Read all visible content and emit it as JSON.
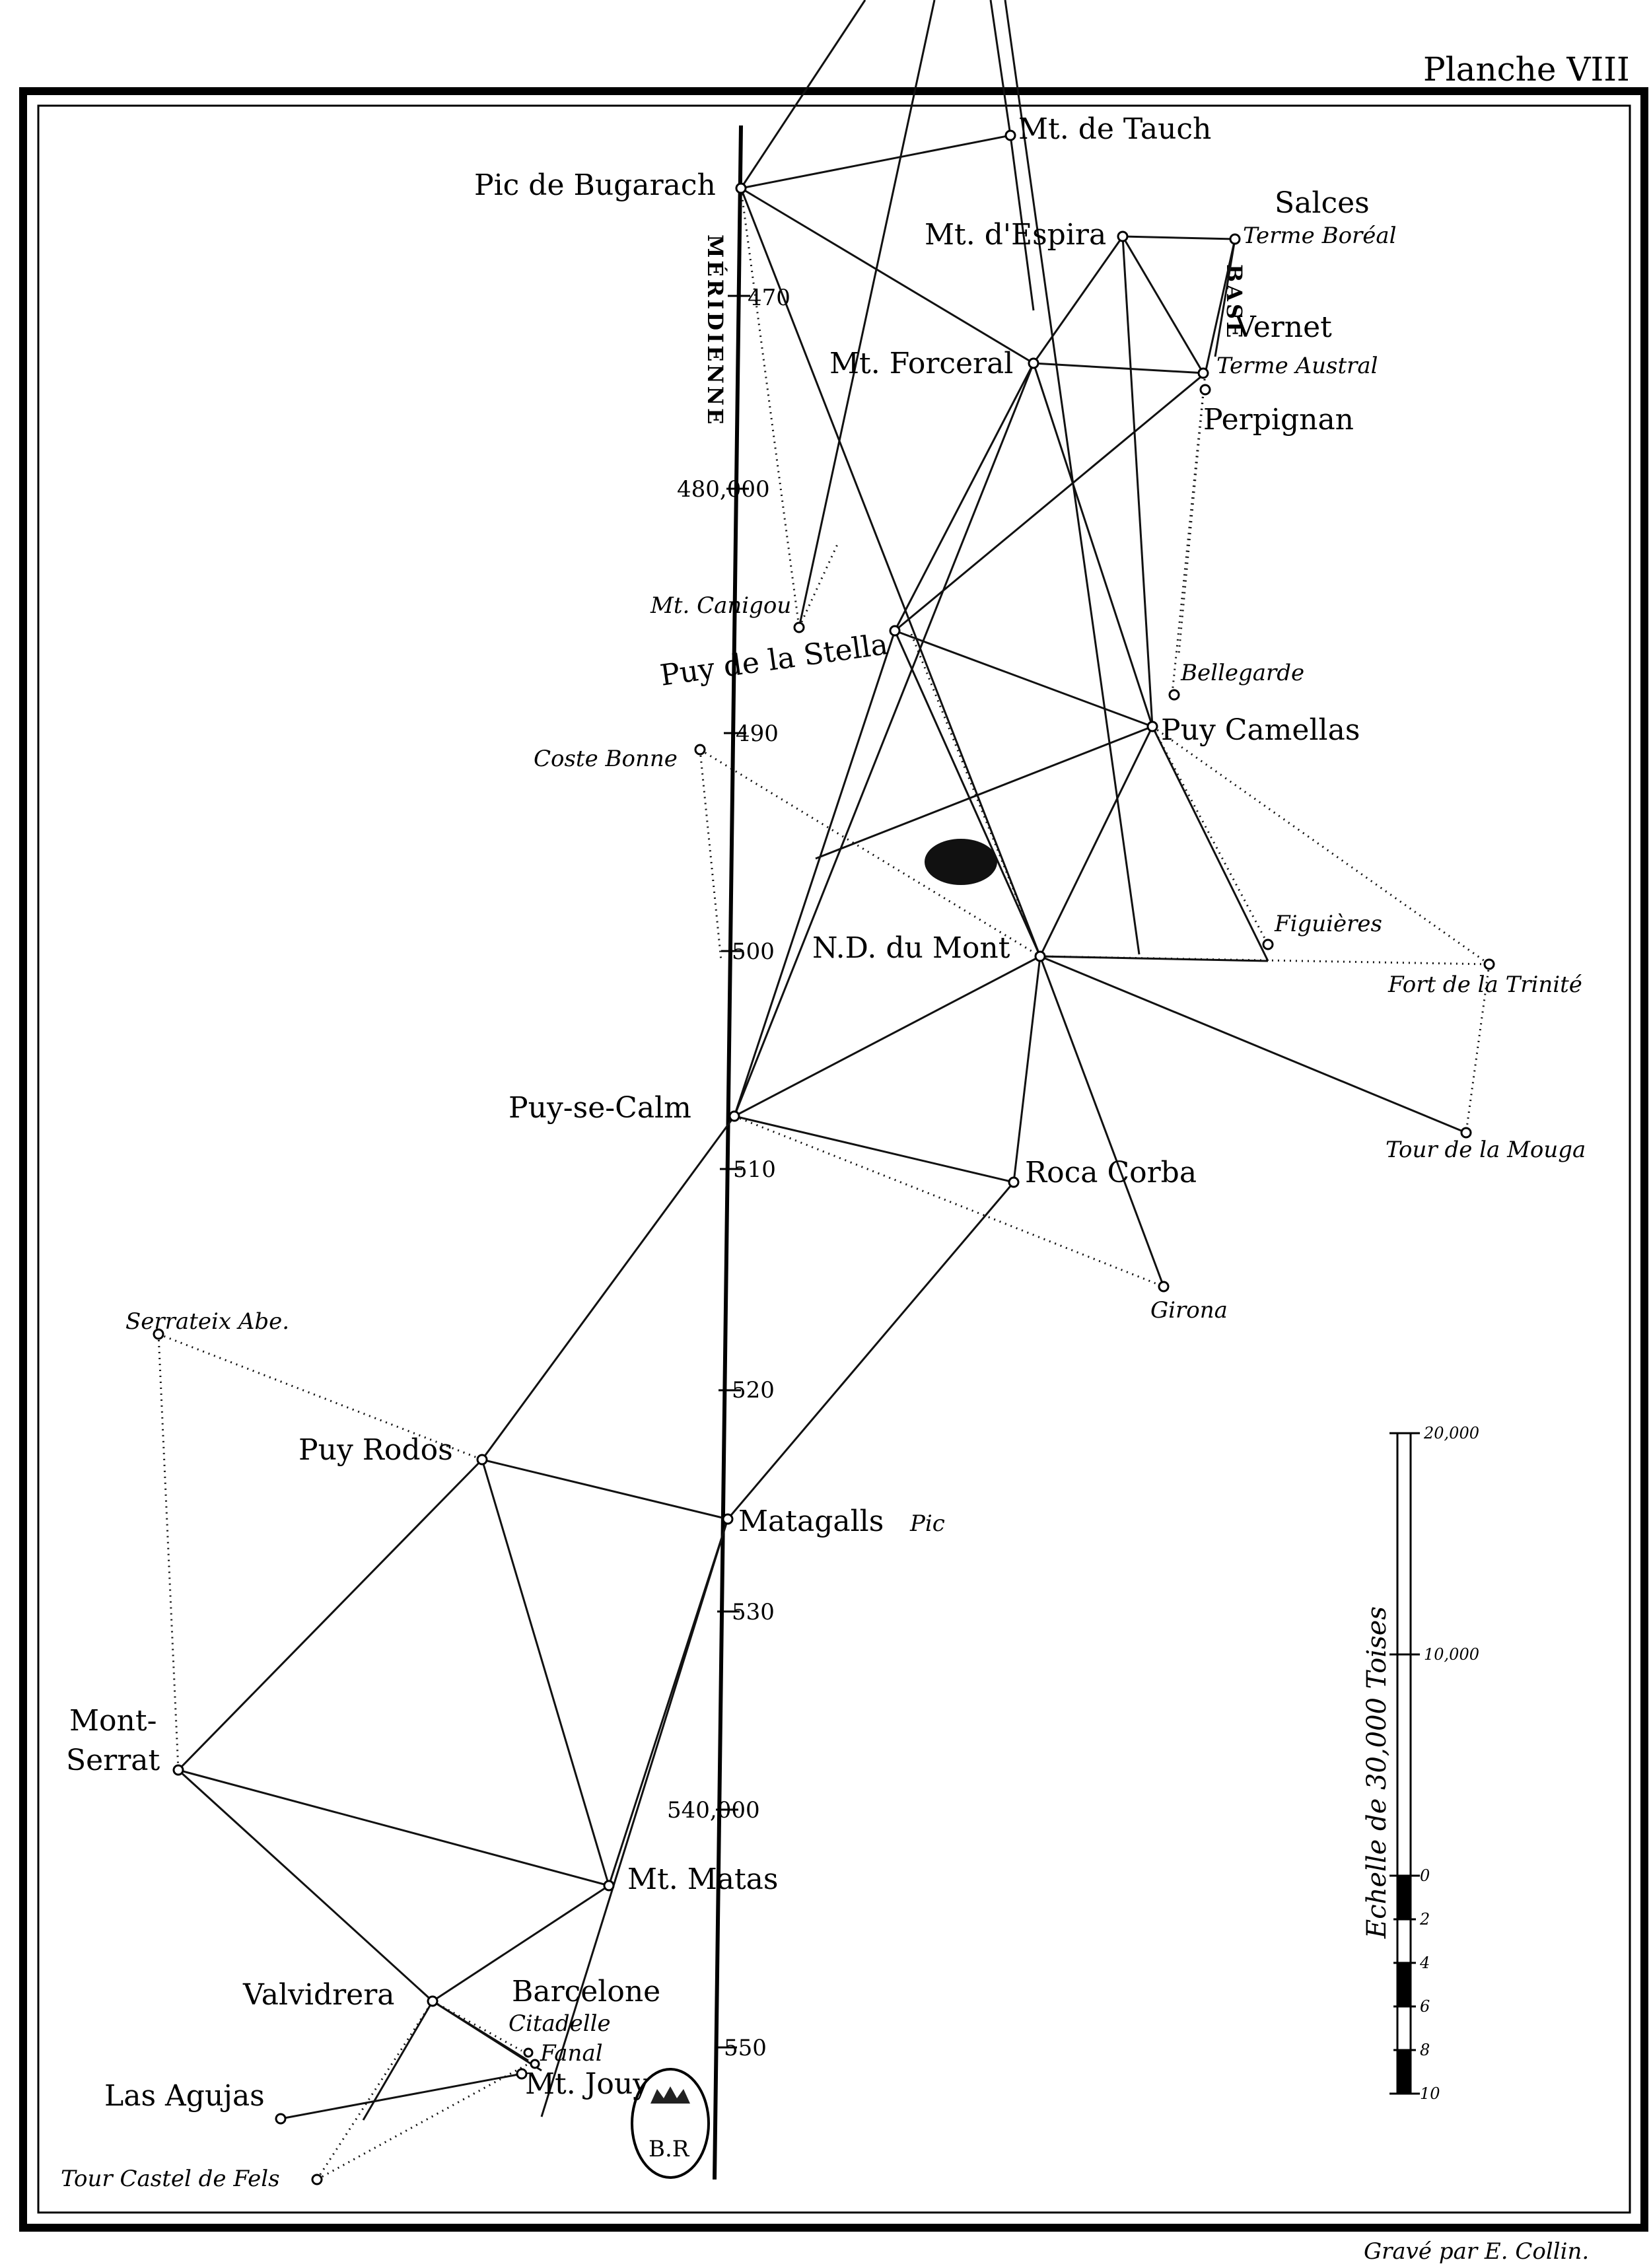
{
  "plate_label": "Planche VIII",
  "engraver_credit": "Gravé par E. Collin.",
  "meridian_label": "MÉRIDIENNE",
  "base_label": "BASE",
  "meridian_marks": [
    "470",
    "480,000",
    "490",
    "500",
    "510",
    "520",
    "530",
    "540,000",
    "550"
  ],
  "stations": {
    "pic_bugarach": "Pic de Bugarach",
    "tauch": "Mt. de Tauch",
    "espira": "Mt. d'Espira",
    "salces": "Salces",
    "terme_boreal": "Terme Boréal",
    "vernet": "Vernet",
    "terme_austral": "Terme Austral",
    "forceral": "Mt. Forceral",
    "perpignan": "Perpignan",
    "canigou": "Mt. Canigou",
    "stella": "Puy de la Stella",
    "bellegarde": "Bellegarde",
    "camellas": "Puy Camellas",
    "coste_bonne": "Coste Bonne",
    "figueres": "Figuières",
    "trinite": "Fort de la Trinité",
    "nd_mont": "N.D. du Mont",
    "mouga": "Tour de la Mouga",
    "se_calm": "Puy-se-Calm",
    "roca_corba": "Roca Corba",
    "girona": "Girona",
    "serrateix": "Serrateix Abe.",
    "rodos": "Puy Rodos",
    "matagalls": "Matagalls",
    "matagalls_pic": "Pic",
    "mont_serrat_1": "Mont-",
    "mont_serrat_2": "Serrat",
    "matas": "Mt. Matas",
    "valvidrera": "Valvidrera",
    "barcelone": "Barcelone",
    "citadelle": "Citadelle",
    "fanal": "Fanal",
    "jouy": "Mt. Jouy",
    "las_agujas": "Las Agujas",
    "castel_fels": "Tour Castel de Fels"
  },
  "stamp_text": "B.R",
  "scale": {
    "title": "Echelle de 30,000 Toises",
    "labels": [
      "20,000",
      "10,000",
      "0",
      "2",
      "4",
      "6",
      "8",
      "10"
    ]
  }
}
